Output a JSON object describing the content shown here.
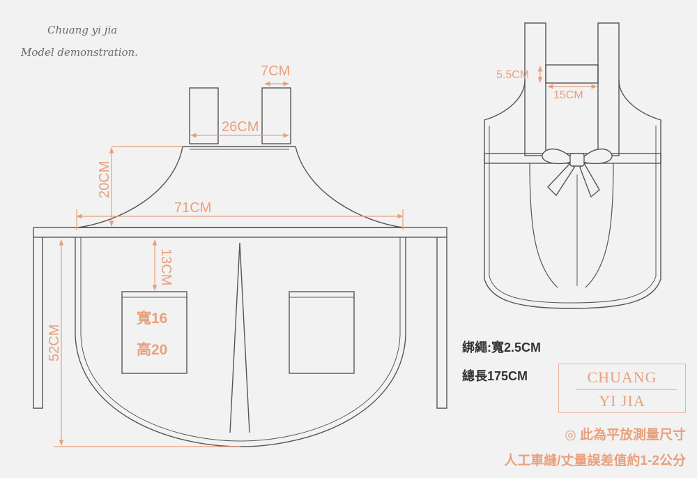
{
  "brand": {
    "line1": "Chuang yi jia",
    "line2": "Model demonstration."
  },
  "dimensions": {
    "strap_width": "7CM",
    "neck_width": "26CM",
    "bib_height": "20CM",
    "waist_width": "71CM",
    "pocket_offset": "13CM",
    "total_length": "52CM",
    "pocket_width": "寬16",
    "pocket_height": "高20",
    "back_strap_gap": "5.5CM",
    "back_strap_width": "15CM"
  },
  "info": {
    "ties": "綁繩:寬2.5CM",
    "total": "總長175CM"
  },
  "logo": {
    "line1": "CHUANG",
    "line2": "YI JIA"
  },
  "notes": {
    "line1": "◎ 此為平放測量尺寸",
    "line2": "人工車縫/丈量誤差值約1-2公分"
  },
  "colors": {
    "background": "#f2f2f2",
    "outline": "#555555",
    "dimension": "#e8a07c"
  }
}
